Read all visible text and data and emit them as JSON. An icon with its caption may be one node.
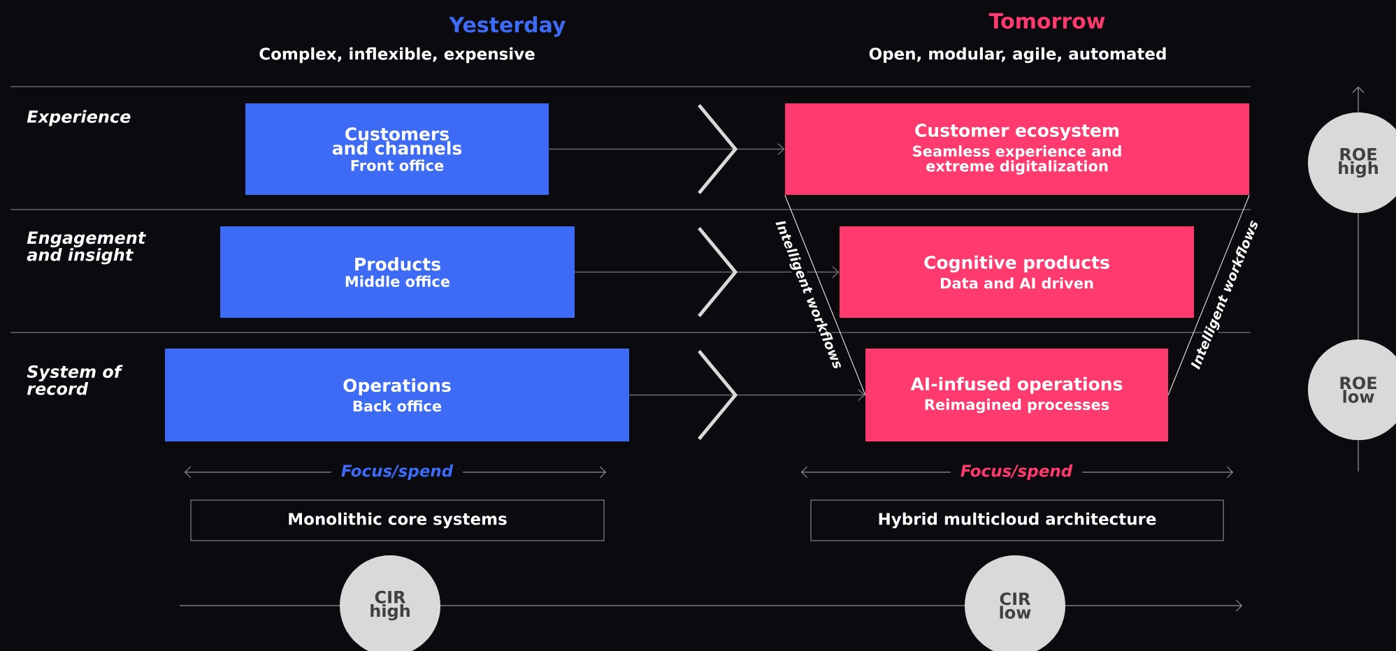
{
  "diagram": {
    "nodes": [
      {
        "text": [
          "Customers and channels",
          "Front office"
        ]
      },
      {
        "text": [
          "Products",
          "Middle office"
        ]
      },
      {
        "text": [
          "Operations",
          "Back office"
        ]
      },
      {
        "text": [
          "Customer ecosystem",
          "Seamless experience and extreme digitalization"
        ]
      },
      {
        "text": [
          "Cognitive products",
          "Data and AI driven"
        ]
      },
      {
        "text": [
          "AI-infused operations",
          "Reimagined processes"
        ]
      },
      {
        "text": [
          "Monolithic core systems"
        ]
      },
      {
        "text": [
          "Hybrid multicloud architecture"
        ]
      },
      {
        "text": [
          "ROE high"
        ]
      },
      {
        "text": [
          "ROE low"
        ]
      },
      {
        "text": [
          "CIR high"
        ]
      },
      {
        "text": [
          "CIR low"
        ]
      }
    ],
    "edges": [
      {
        "from": 0,
        "to": 3,
        "arrow": "to"
      },
      {
        "from": 1,
        "to": 4,
        "arrow": "to"
      },
      {
        "from": 2,
        "to": 5,
        "arrow": "to"
      },
      {
        "from": 3,
        "to": 5,
        "arrow": "none",
        "label": "Intelligent workflows",
        "color": "#ffffff"
      },
      {
        "from": 3,
        "to": 5,
        "arrow": "none",
        "label": "Intelligent workflows",
        "color": "#ffffff"
      }
    ],
    "labels": [
      "Yesterday",
      "Complex, inflexible, expensive",
      "Tomorrow",
      "Open, modular, agile, automated",
      "Experience",
      "Engagement and insight",
      "System of record",
      "Focus/spend",
      "Focus/spend"
    ]
  }
}
